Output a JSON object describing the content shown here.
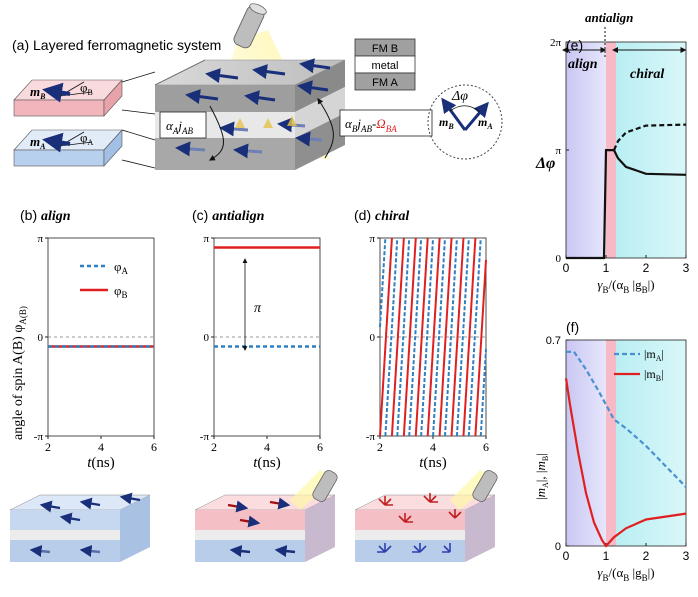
{
  "title_a": "(a) Layered ferromagnetic system",
  "layers": [
    "FM B",
    "metal",
    "FM A"
  ],
  "inset": {
    "mB": "m",
    "mB_sub": "B",
    "phiB": "φ",
    "phiB_sub": "B",
    "mA": "m",
    "mA_sub": "A",
    "phiA": "φ",
    "phiA_sub": "A"
  },
  "couplings": {
    "left": "α",
    "left_sub": "A",
    "left_j": "j",
    "left_jsub": "AB",
    "right": "α",
    "right_sub": "B",
    "right_j": "j",
    "right_jsub": "AB",
    "right_minus": "-",
    "omega": "Ω",
    "omega_sub": "BA"
  },
  "delta_phi": "Δφ",
  "panels": {
    "b": {
      "label": "(b) ",
      "name": "align"
    },
    "c": {
      "label": "(c) ",
      "name": "antialign"
    },
    "d": {
      "label": "(d) ",
      "name": "chiral"
    },
    "e": {
      "label": "(e)"
    },
    "f": {
      "label": "(f)"
    }
  },
  "y_axis_left": "angle of spin A(B)  φ",
  "y_axis_left_sub": "A(B)",
  "legend_b": [
    {
      "name": "φ",
      "sub": "A",
      "color": "#2f7fc1"
    },
    {
      "name": "φ",
      "sub": "B",
      "color": "#e02020"
    }
  ],
  "pi_label": "π",
  "ticks_y": [
    "π",
    "0",
    "-π"
  ],
  "ticks_x": [
    "2",
    "4",
    "6"
  ],
  "xlabel_t": "t(ns)",
  "region_labels": {
    "align": "align",
    "antialign": "antialign",
    "chiral": "chiral"
  },
  "e_yticks": [
    "2π",
    "π",
    "0"
  ],
  "e_ylabel": "Δφ",
  "ef_xticks": [
    "0",
    "1",
    "2",
    "3"
  ],
  "ef_xlabel": "γ",
  "ef_xlabel_sub": "B",
  "ef_xlabel_rest": "/(α",
  "ef_xlabel_sub2": "B",
  "ef_xlabel_end": " |g",
  "ef_xlabel_sub3": "B",
  "ef_xlabel_close": "|)",
  "f_yticks": [
    "0.7",
    "0"
  ],
  "f_ylabel": "|m_A|, |m_B|",
  "legend_f": [
    {
      "name": "|m",
      "sub": "A",
      "close": "|",
      "color": "#4a90d0"
    },
    {
      "name": "|m",
      "sub": "B",
      "close": "|",
      "color": "#e02020"
    }
  ],
  "colors": {
    "blue": "#2f7fc1",
    "red": "#e02020",
    "navy": "#1a2f7a"
  },
  "chart_data": [
    {
      "type": "line",
      "panel": "b",
      "title": "align",
      "xlabel": "t(ns)",
      "xlim": [
        2,
        6
      ],
      "ylim": [
        -3.1416,
        3.1416
      ],
      "series": [
        {
          "name": "φA",
          "values": [
            [
              2,
              -0.3
            ],
            [
              6,
              -0.3
            ]
          ]
        },
        {
          "name": "φB",
          "values": [
            [
              2,
              -0.3
            ],
            [
              6,
              -0.3
            ]
          ]
        }
      ]
    },
    {
      "type": "line",
      "panel": "c",
      "title": "antialign",
      "xlabel": "t(ns)",
      "xlim": [
        2,
        6
      ],
      "ylim": [
        -3.1416,
        3.1416
      ],
      "series": [
        {
          "name": "φA",
          "values": [
            [
              2,
              -0.3
            ],
            [
              6,
              -0.3
            ]
          ]
        },
        {
          "name": "φB",
          "values": [
            [
              2,
              2.84
            ],
            [
              6,
              2.84
            ]
          ]
        }
      ]
    },
    {
      "type": "line",
      "panel": "d",
      "title": "chiral",
      "xlabel": "t(ns)",
      "xlim": [
        2,
        6
      ],
      "ylim": [
        -3.1416,
        3.1416
      ],
      "period_ns": 0.45
    },
    {
      "type": "line",
      "panel": "e",
      "ylabel": "Δφ",
      "xlim": [
        0,
        3
      ],
      "ylim": [
        0,
        6.2832
      ],
      "series": [
        {
          "name": "solid",
          "values": [
            [
              0,
              0
            ],
            [
              0.95,
              0
            ],
            [
              1.0,
              3.14
            ],
            [
              1.1,
              3.14
            ],
            [
              1.2,
              3.14
            ],
            [
              1.3,
              2.9
            ],
            [
              1.5,
              2.65
            ],
            [
              2,
              2.45
            ],
            [
              3,
              2.42
            ]
          ]
        },
        {
          "name": "dashed",
          "values": [
            [
              1.2,
              3.14
            ],
            [
              1.3,
              3.4
            ],
            [
              1.5,
              3.65
            ],
            [
              2,
              3.85
            ],
            [
              3,
              3.88
            ]
          ]
        }
      ]
    },
    {
      "type": "line",
      "panel": "f",
      "xlim": [
        0,
        3
      ],
      "ylim": [
        0,
        0.7
      ],
      "series": [
        {
          "name": "|mA|",
          "values": [
            [
              0,
              0.66
            ],
            [
              0.2,
              0.66
            ],
            [
              0.5,
              0.6
            ],
            [
              0.8,
              0.53
            ],
            [
              1.0,
              0.48
            ],
            [
              1.2,
              0.43
            ],
            [
              1.5,
              0.4
            ],
            [
              2,
              0.34
            ],
            [
              2.5,
              0.27
            ],
            [
              3,
              0.2
            ]
          ]
        },
        {
          "name": "|mB|",
          "values": [
            [
              0,
              0.57
            ],
            [
              0.1,
              0.48
            ],
            [
              0.3,
              0.32
            ],
            [
              0.5,
              0.18
            ],
            [
              0.7,
              0.08
            ],
            [
              0.9,
              0.02
            ],
            [
              1.0,
              0.0
            ],
            [
              1.2,
              0.03
            ],
            [
              1.5,
              0.06
            ],
            [
              2,
              0.09
            ],
            [
              3,
              0.11
            ]
          ]
        }
      ]
    }
  ]
}
